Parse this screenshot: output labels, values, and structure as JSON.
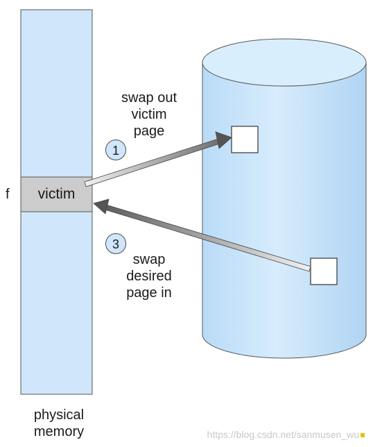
{
  "labels": {
    "frame": "f",
    "victim": "victim",
    "swap_out": [
      "swap out",
      "victim",
      "page"
    ],
    "swap_in": [
      "swap",
      "desired",
      "page in"
    ],
    "physical_memory": [
      "physical",
      "memory"
    ],
    "step1": "1",
    "step3": "3"
  },
  "watermark": "https://blog.csdn.net/sanmusen_wu",
  "colors": {
    "memory_fill": "#cfe6fb",
    "memory_stroke": "#555555",
    "victim_fill": "#cccccc",
    "disk_fill": "#cfe6fb",
    "disk_stroke": "#555555",
    "arrow_out": "#8a8a8a",
    "arrow_in": "#777777",
    "badge_fill": "#cfe6fb"
  }
}
